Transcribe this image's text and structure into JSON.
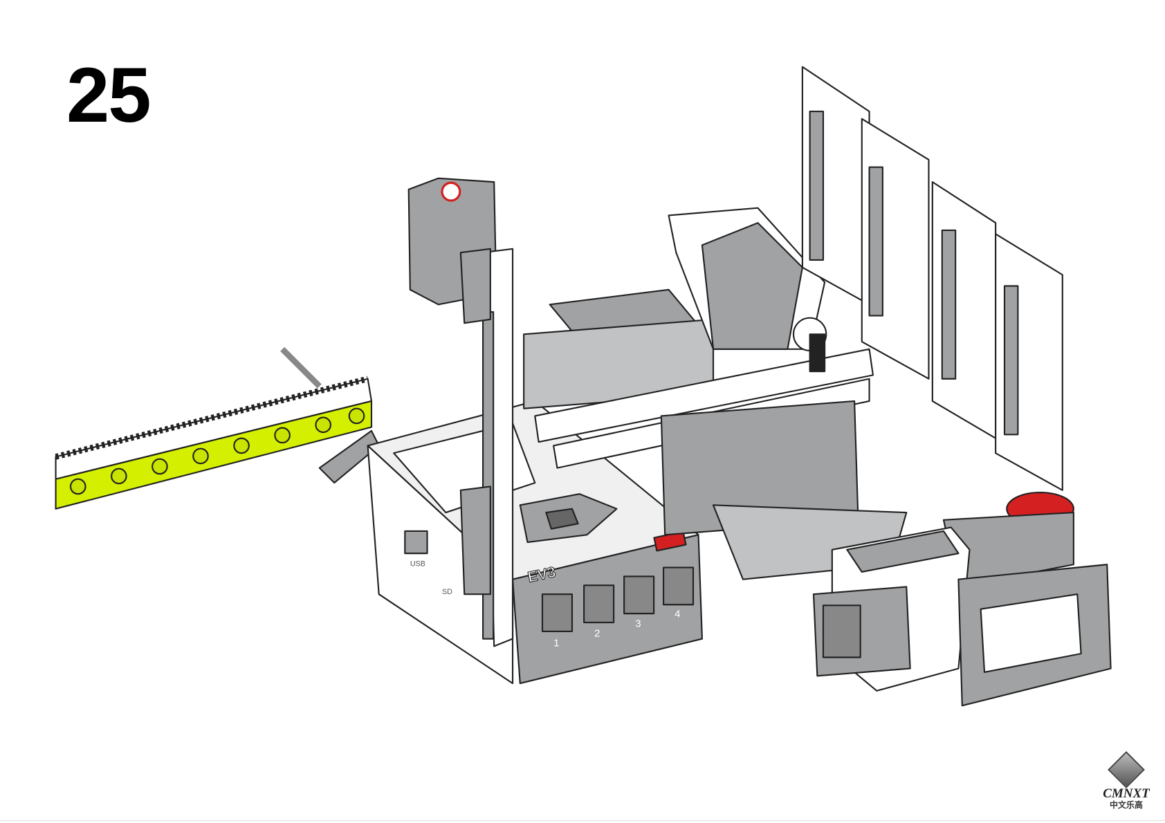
{
  "step": {
    "number": "25"
  },
  "model": {
    "brick_label": "EV3",
    "ports": [
      "1",
      "2",
      "3",
      "4"
    ],
    "usb_label": "USB",
    "sd_label": "SD"
  },
  "logo": {
    "name": "CMNXT",
    "subtitle": "中文乐高"
  },
  "colors": {
    "lime": "#d4f000",
    "red": "#d42020",
    "gray": "#a0a2a4",
    "dark": "#555"
  }
}
